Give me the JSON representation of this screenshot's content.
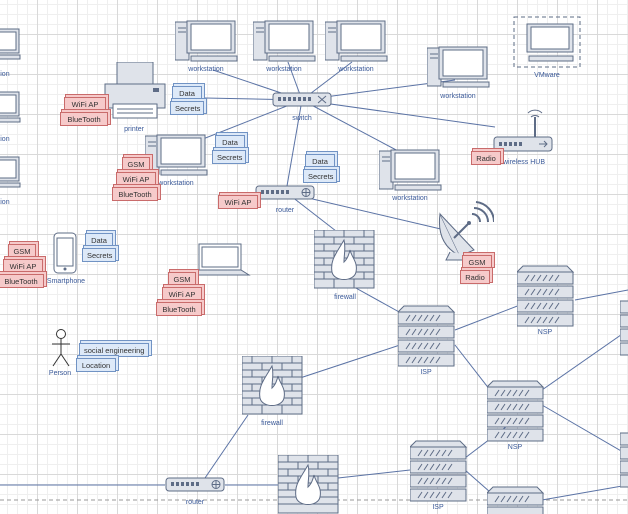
{
  "nodes": {
    "workstation_1": "workstation",
    "workstation_2": "workstation",
    "workstation_3": "workstation",
    "workstation_4": "workstation",
    "workstation_5": "workstation",
    "workstation_6": "workstation",
    "vmware": "VMware",
    "printer": "printer",
    "switch": "switch",
    "wireless_hub": "wireless HUB",
    "router_1": "router",
    "router_2": "router",
    "firewall_1": "firewall",
    "firewall_2": "firewall",
    "isp_1": "ISP",
    "isp_2": "ISP",
    "nsp_1": "NSP",
    "nsp_2": "NSP",
    "smartphone": "Smartphone",
    "person": "Person",
    "left_label_1": "ation",
    "left_label_2": "ation",
    "left_label_3": "ation"
  },
  "tags": {
    "wifi_ap": "WiFi AP",
    "bluetooth": "BlueTooth",
    "gsm": "GSM",
    "data": "Data",
    "secrets": "Secrets",
    "radio": "Radio",
    "social_engineering": "social engineering",
    "location": "Location"
  },
  "colors": {
    "edge": "#5b73a5",
    "device_fill": "#dfe3ea",
    "device_stroke": "#5e6c86",
    "tag_red": "#f6caca",
    "tag_blue": "#dde9f8"
  }
}
